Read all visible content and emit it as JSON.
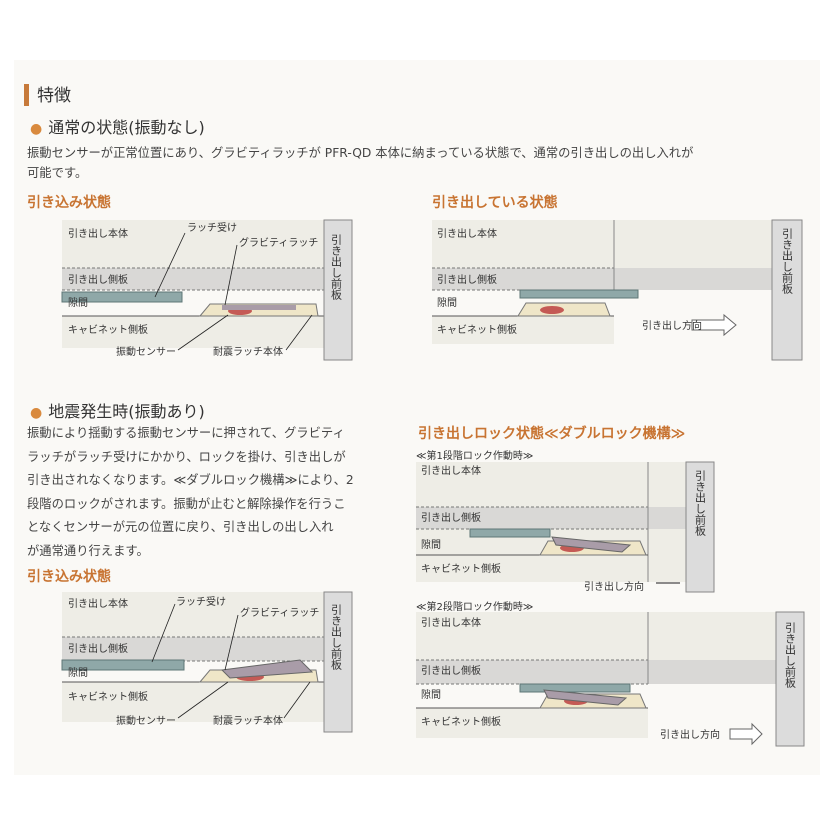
{
  "heading": "特徴",
  "normal": {
    "title": "通常の状態(振動なし)",
    "text_lines": [
      "振動センサーが正常位置にあり、グラビティラッチが PFR-QD 本体に納まっている状態で、通常の引き出しの出し入れが",
      "可能です。"
    ],
    "retracted_title": "引き込み状態",
    "pulled_title": "引き出している状態"
  },
  "quake": {
    "title": "地震発生時(振動あり)",
    "text_lines": [
      "振動により揺動する振動センサーに押されて、グラビティ",
      "ラッチがラッチ受けにかかり、ロックを掛け、引き出しが",
      "引き出されなくなります。≪ダブルロック機構≫により、2",
      "段階のロックがされます。振動が止むと解除操作を行うこ",
      "となくセンサーが元の位置に戻り、引き出しの出し入れ",
      "が通常通り行えます。"
    ],
    "retracted_title": "引き込み状態",
    "lock_title": "引き出しロック状態≪ダブルロック機構≫",
    "stage1_caption": "≪第1段階ロック作動時≫",
    "stage2_caption": "≪第2段階ロック作動時≫"
  },
  "labels": {
    "drawer_body": "引き出し本体",
    "drawer_side": "引き出し側板",
    "gap": "隙間",
    "cabinet_side": "キャビネット側板",
    "latch_receiver": "ラッチ受け",
    "gravity_latch": "グラビティラッチ",
    "vibration_sensor": "振動センサー",
    "latch_body": "耐震ラッチ本体",
    "front_panel": "引き出し前板",
    "pull_direction": "引き出し方向"
  },
  "colors": {
    "accent": "#c87432",
    "bullet": "#d98a3e",
    "panel": "#eeede6",
    "side_band": "#d9d8d6",
    "front_panel": "#dcdcdc",
    "latch_red": "#c45a55",
    "rail_teal": "#8fa8a8"
  }
}
